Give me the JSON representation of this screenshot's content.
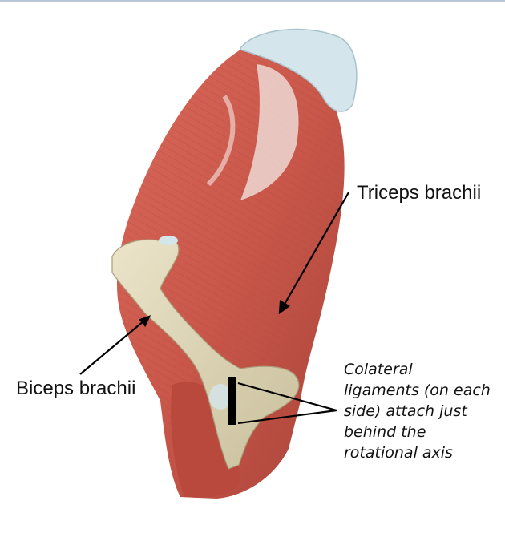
{
  "labels": {
    "triceps": "Triceps brachii",
    "biceps": "Biceps brachii",
    "collateral_lines": [
      "Colateral",
      "ligaments (on each",
      "side) attach just",
      "behind the",
      "rotational axis"
    ]
  },
  "colors": {
    "muscle": "#c9574a",
    "muscle_dark": "#9e3a30",
    "muscle_light": "#e48a7c",
    "bone": "#dcd3b6",
    "cartilage": "#d4e6ec",
    "arrow": "#000000"
  }
}
